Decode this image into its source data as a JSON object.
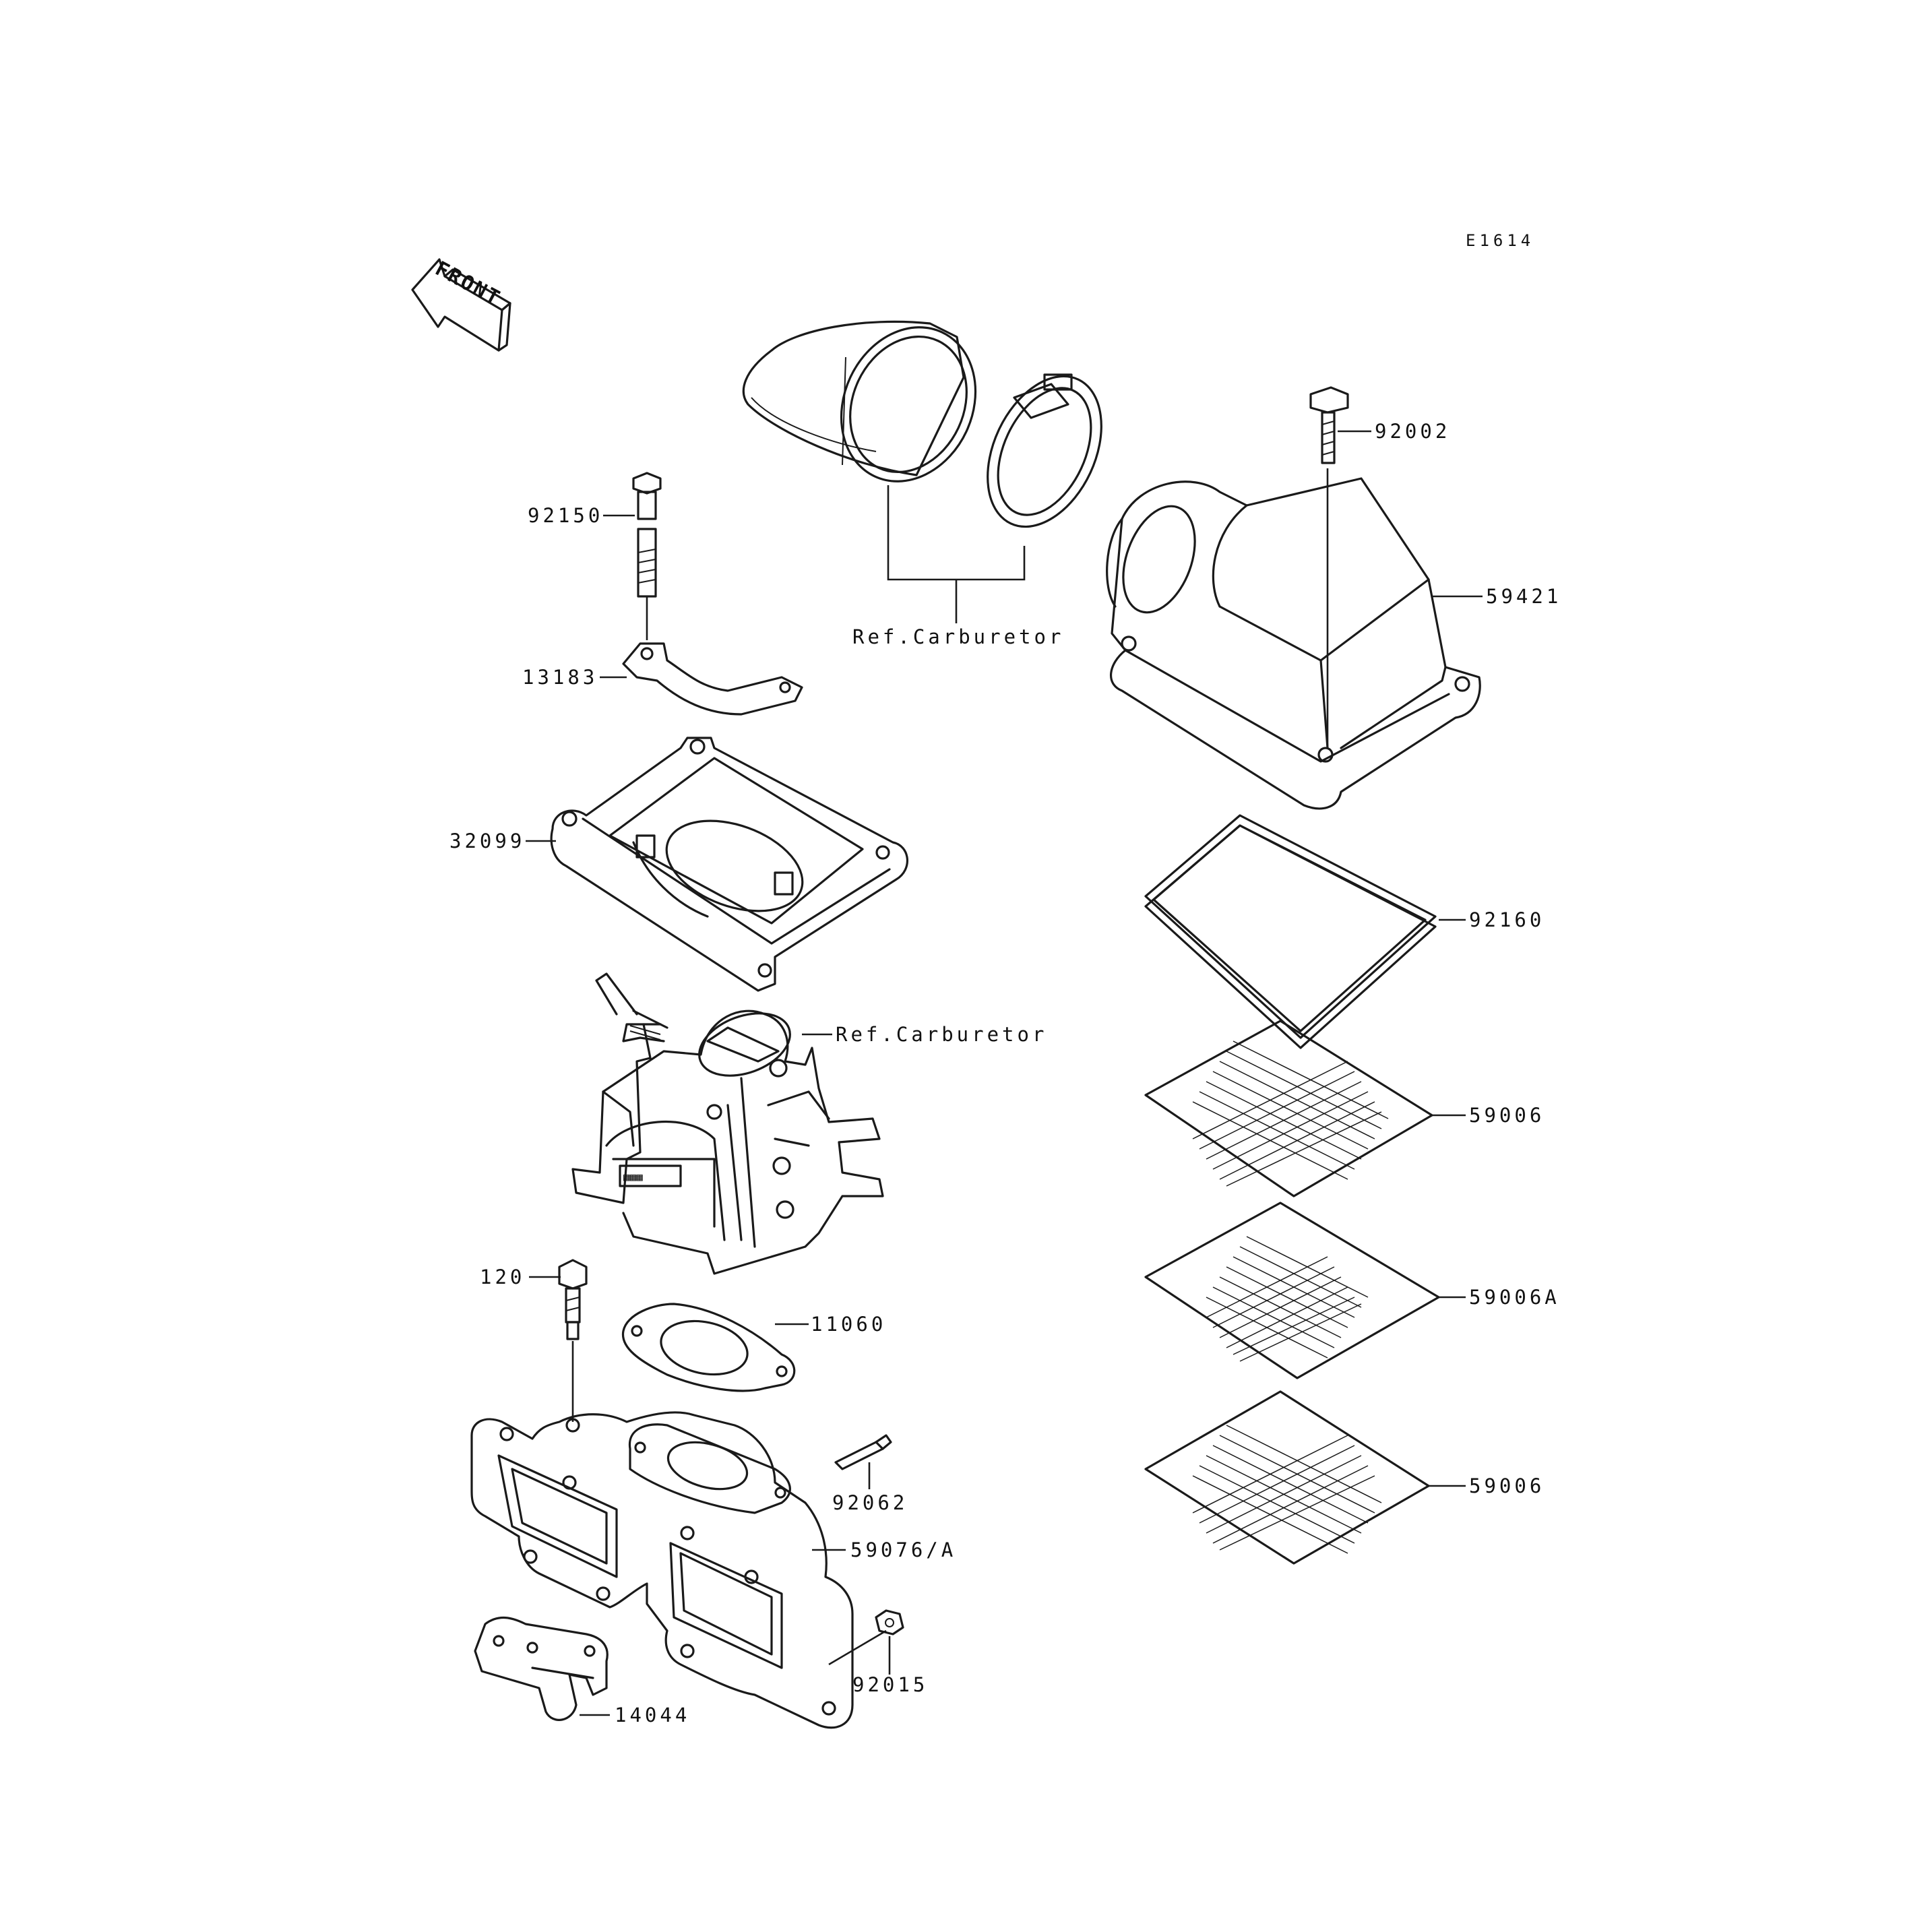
{
  "diagram": {
    "code": "E1614",
    "front_label": "FRONT",
    "callouts": {
      "p92002": "92002",
      "p59421": "59421",
      "p92150": "92150",
      "p13183": "13183",
      "ref_carb_top": "Ref.Carburetor",
      "p32099": "32099",
      "p92160": "92160",
      "ref_carb_mid": "Ref.Carburetor",
      "p59006_a": "59006",
      "p59006A": "59006A",
      "p59006_b": "59006",
      "p120": "120",
      "p11060": "11060",
      "p92062": "92062",
      "p59076A": "59076/A",
      "p92015": "92015",
      "p14044": "14044"
    }
  }
}
